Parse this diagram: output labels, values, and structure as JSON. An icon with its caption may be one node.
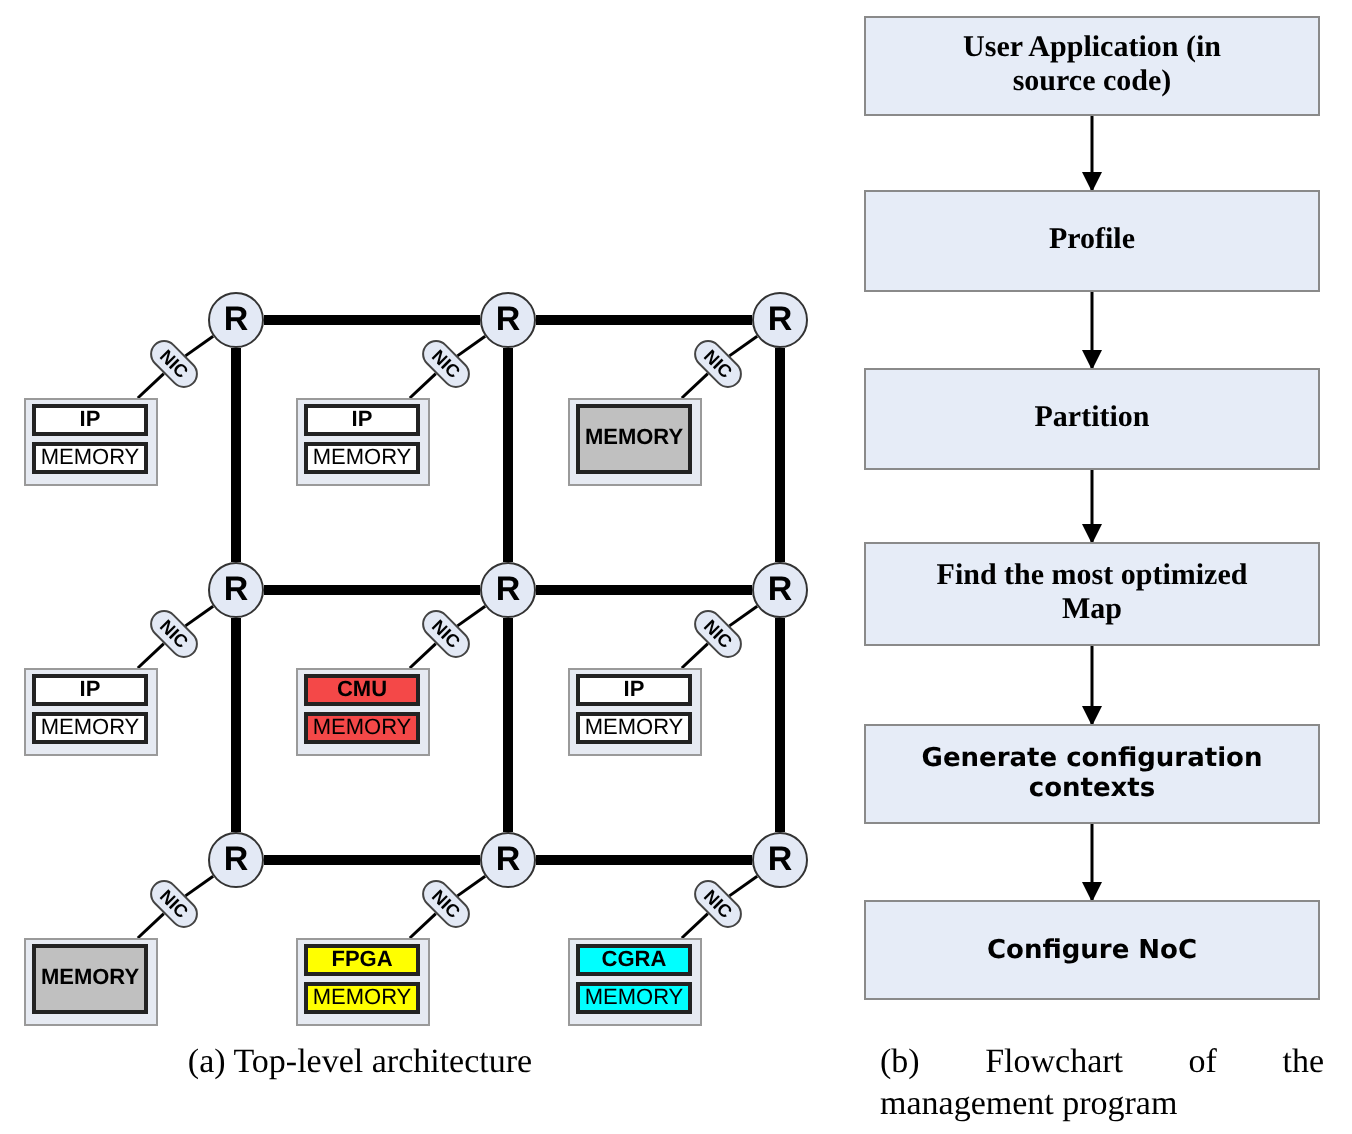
{
  "diagram": {
    "nodes": [
      {
        "text": [
          "R"
        ]
      },
      {
        "text": [
          "NIC"
        ]
      },
      {
        "text": [],
        "shape": "box"
      },
      {
        "text": [
          "IP"
        ],
        "in": 2
      },
      {
        "text": [
          "MEMORY"
        ],
        "in": 2
      },
      {
        "text": [
          "R"
        ]
      },
      {
        "text": [
          "NIC"
        ]
      },
      {
        "text": [],
        "shape": "box"
      },
      {
        "text": [
          "IP"
        ],
        "in": 7
      },
      {
        "text": [
          "MEMORY"
        ],
        "in": 7
      },
      {
        "text": [
          "R"
        ]
      },
      {
        "text": [
          "NIC"
        ]
      },
      {
        "text": [],
        "shape": "box"
      },
      {
        "text": [
          "MEMORY"
        ],
        "in": 12
      },
      {
        "text": [
          "R"
        ]
      },
      {
        "text": [
          "NIC"
        ]
      },
      {
        "text": [],
        "shape": "box"
      },
      {
        "text": [
          "IP"
        ],
        "in": 16
      },
      {
        "text": [
          "MEMORY"
        ],
        "in": 16
      },
      {
        "text": [
          "R"
        ]
      },
      {
        "text": [
          "NIC"
        ]
      },
      {
        "text": [],
        "shape": "box"
      },
      {
        "text": [
          "CMU"
        ],
        "in": 21
      },
      {
        "text": [
          "MEMORY"
        ],
        "in": 21
      },
      {
        "text": [
          "R"
        ]
      },
      {
        "text": [
          "NIC"
        ]
      },
      {
        "text": [],
        "shape": "box"
      },
      {
        "text": [
          "IP"
        ],
        "in": 26
      },
      {
        "text": [
          "MEMORY"
        ],
        "in": 26
      },
      {
        "text": [
          "R"
        ]
      },
      {
        "text": [
          "NIC"
        ]
      },
      {
        "text": [],
        "shape": "box"
      },
      {
        "text": [
          "MEMORY"
        ],
        "in": 31
      },
      {
        "text": [
          "R"
        ]
      },
      {
        "text": [
          "NIC"
        ]
      },
      {
        "text": [],
        "shape": "box"
      },
      {
        "text": [
          "FPGA"
        ],
        "in": 35
      },
      {
        "text": [
          "MEMORY"
        ],
        "in": 35
      },
      {
        "text": [
          "R"
        ]
      },
      {
        "text": [
          "NIC"
        ]
      },
      {
        "text": [],
        "shape": "box"
      },
      {
        "text": [
          "CGRA"
        ],
        "in": 40
      },
      {
        "text": [
          "MEMORY"
        ],
        "in": 40
      },
      {
        "text": [
          "User Application (in source code)"
        ]
      },
      {
        "text": [
          "Profile"
        ]
      },
      {
        "text": [
          "Partition"
        ]
      },
      {
        "text": [
          "Find the most optimized Map"
        ]
      },
      {
        "text": [
          "Generate configuration contexts"
        ]
      },
      {
        "text": [
          "Configure NoC"
        ]
      }
    ],
    "edges": [
      {
        "from": 0,
        "to": 1,
        "arrow": "none"
      },
      {
        "from": 1,
        "to": 2,
        "arrow": "none"
      },
      {
        "from": 5,
        "to": 6,
        "arrow": "none"
      },
      {
        "from": 6,
        "to": 7,
        "arrow": "none"
      },
      {
        "from": 10,
        "to": 11,
        "arrow": "none"
      },
      {
        "from": 11,
        "to": 12,
        "arrow": "none"
      },
      {
        "from": 14,
        "to": 15,
        "arrow": "none"
      },
      {
        "from": 15,
        "to": 16,
        "arrow": "none"
      },
      {
        "from": 19,
        "to": 20,
        "arrow": "none"
      },
      {
        "from": 20,
        "to": 21,
        "arrow": "none"
      },
      {
        "from": 24,
        "to": 25,
        "arrow": "none"
      },
      {
        "from": 25,
        "to": 26,
        "arrow": "none"
      },
      {
        "from": 29,
        "to": 30,
        "arrow": "none"
      },
      {
        "from": 30,
        "to": 31,
        "arrow": "none"
      },
      {
        "from": 33,
        "to": 34,
        "arrow": "none"
      },
      {
        "from": 34,
        "to": 35,
        "arrow": "none"
      },
      {
        "from": 38,
        "to": 39,
        "arrow": "none"
      },
      {
        "from": 39,
        "to": 40,
        "arrow": "none"
      },
      {
        "from": 0,
        "to": 5,
        "arrow": "none",
        "style": "thick"
      },
      {
        "from": 5,
        "to": 10,
        "arrow": "none",
        "style": "thick"
      },
      {
        "from": 14,
        "to": 19,
        "arrow": "none",
        "style": "thick"
      },
      {
        "from": 19,
        "to": 24,
        "arrow": "none",
        "style": "thick"
      },
      {
        "from": 29,
        "to": 33,
        "arrow": "none",
        "style": "thick"
      },
      {
        "from": 33,
        "to": 38,
        "arrow": "none",
        "style": "thick"
      },
      {
        "from": 0,
        "to": 14,
        "arrow": "none",
        "style": "thick"
      },
      {
        "from": 14,
        "to": 29,
        "arrow": "none",
        "style": "thick"
      },
      {
        "from": 5,
        "to": 19,
        "arrow": "none",
        "style": "thick"
      },
      {
        "from": 19,
        "to": 33,
        "arrow": "none",
        "style": "thick"
      },
      {
        "from": 10,
        "to": 24,
        "arrow": "none",
        "style": "thick"
      },
      {
        "from": 24,
        "to": 38,
        "arrow": "none",
        "style": "thick"
      },
      {
        "from": 43,
        "to": 44,
        "arrow": "to"
      },
      {
        "from": 44,
        "to": 45,
        "arrow": "to"
      },
      {
        "from": 45,
        "to": 46,
        "arrow": "to"
      },
      {
        "from": 46,
        "to": 47,
        "arrow": "to"
      },
      {
        "from": 47,
        "to": 48,
        "arrow": "to"
      }
    ],
    "labels": [
      "(a) Top-level architecture",
      "(b) Flowchart of the management program"
    ]
  }
}
